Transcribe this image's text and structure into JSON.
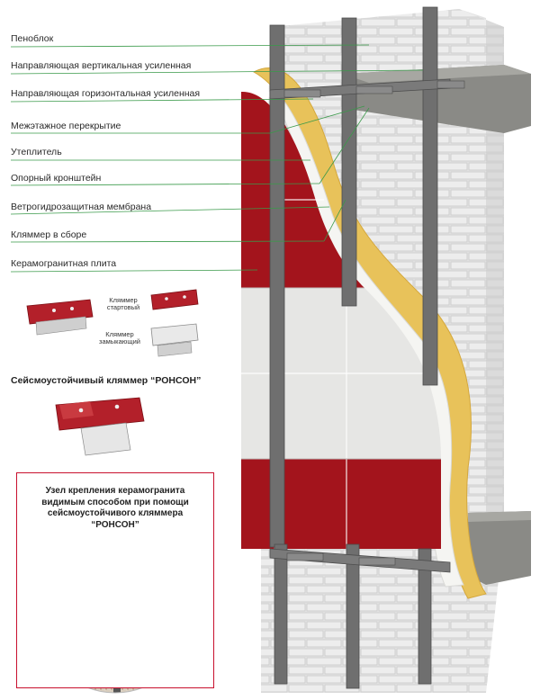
{
  "callouts": [
    "Пеноблок",
    "Направляющая вертикальная усиленная",
    "Направляющая горизонтальная усиленная",
    "Межэтажное перекрытие",
    "Утеплитель",
    "Опорный кронштейн",
    "Ветрогидрозащитная мембрана",
    "Кляммер в сборе",
    "Керамогранитная плита"
  ],
  "clamps": {
    "start_label": [
      "Кляммер",
      "стартовый"
    ],
    "closing_label": [
      "Кляммер",
      "замыкающий"
    ]
  },
  "seismic_title": "Сейсмоустойчивый кляммер “РОНСОН”",
  "detail_title": [
    "Узел крепления керамогранита",
    "видимым способом при помощи",
    "сейсмоустойчивого кляммера",
    "“РОНСОН”"
  ],
  "colors": {
    "tile_red": "#a3141c",
    "tile_grey": "#e6e6e4",
    "insulation": "#e8c25a",
    "steel": "#6f6f6f",
    "brick": "#dcdcdc",
    "leader_line": "#3a9a4a",
    "frame_red": "#c8102e"
  }
}
